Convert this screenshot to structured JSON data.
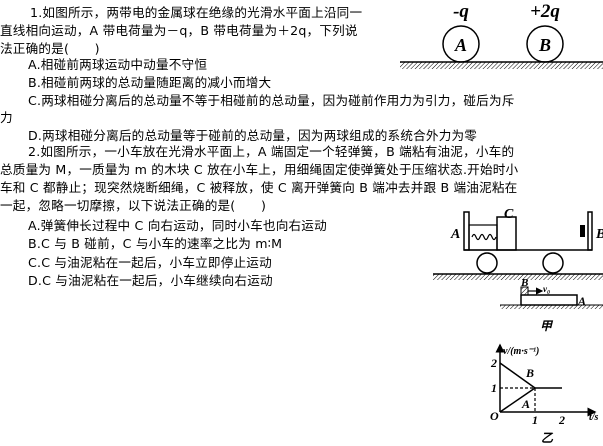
{
  "q1": {
    "lines": [
      "1.如图所示，两带电的金属球在绝缘的光滑水平面上沿同一",
      "直线相向运动，A 带电荷量为－q，B 带电荷量为＋2q，下列说",
      "法正确的是(　　)"
    ],
    "options": [
      "A.相碰前两球运动中动量不守恒",
      "B.相碰前两球的总动量随距离的减小而增大",
      "C.两球相碰分离后的总动量不等于相碰前的总动量，因为碰前作用力为引力，碰后为斥",
      "力",
      "D.两球相碰分离后的总动量等于碰前的总动量，因为两球组成的系统合外力为零"
    ],
    "figure": {
      "charge_a": "-q",
      "charge_b": "+2q",
      "ball_a": "A",
      "ball_b": "B"
    }
  },
  "q2": {
    "lines": [
      "2.如图所示，一小车放在光滑水平面上，A 端固定一个轻弹簧，B 端粘有油泥，小车的",
      "总质量为 M，一质量为 m 的木块 C 放在小车上，用细绳固定使弹簧处于压缩状态.开始时小",
      "车和 C 都静止；现突然烧断细绳，C 被释放，使 C 离开弹簧向 B 端冲去并跟 B 端油泥粘在",
      "一起，忽略一切摩擦，以下说法正确的是(　　)"
    ],
    "options": [
      "A.弹簧伸长过程中 C 向右运动，同时小车也向右运动",
      "B.C 与 B 碰前，C 与小车的速率之比为 m∶M",
      "C.C 与油泥粘在一起后，小车立即停止运动",
      "D.C 与油泥粘在一起后，小车继续向右运动"
    ],
    "figure": {
      "label_a": "A",
      "label_b": "B",
      "label_c": "C"
    }
  },
  "fig_jia": {
    "label_b": "B",
    "label_v": "v₀",
    "label_a": "A",
    "caption": "甲"
  },
  "fig_yi": {
    "ylabel": "v/(m·s⁻¹)",
    "xlabel": "t/s",
    "origin": "O",
    "y1": "1",
    "y2": "2",
    "x1": "1",
    "x2": "2",
    "line_b": "B",
    "line_a": "A",
    "caption": "乙"
  }
}
